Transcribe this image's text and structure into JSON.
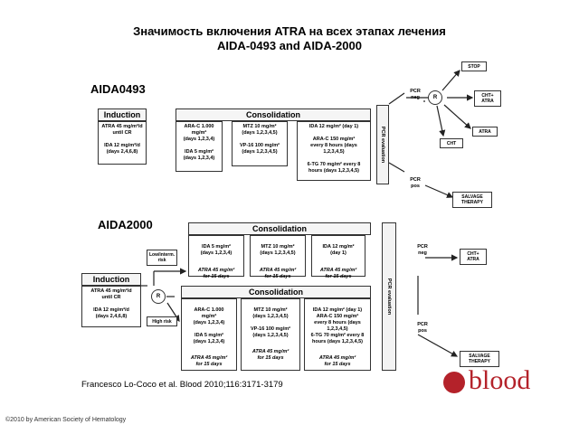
{
  "title_line1": "Значимость включения ATRA на всех этапах лечения",
  "title_line2": "AIDA-0493 and AIDA-2000",
  "aida0493": {
    "label": "AIDA0493",
    "induction_header": "Induction",
    "induction_text": "ATRA 45 mg/m²/d\nuntil CR\n\nIDA 12 mg/m²/d\n(days 2,4,6,8)",
    "consolidation_header": "Consolidation",
    "c1": "ARA-C 1.000\nmg/m²\n(days 1,2,3,4)\n\nIDA 5 mg/m²\n(days 1,2,3,4)",
    "c2": "MTZ 10 mg/m²\n(days 1,2,3,4,5)\n\nVP-16 100 mg/m²\n(days 1,2,3,4,5)",
    "c3": "IDA 12 mg/m² (day 1)\n\nARA-C 150 mg/m²\nevery 8 hours (days\n1,2,3,4,5)\n\n6-TG 70 mg/m² every 8\nhours (days 1,2,3,4,5)",
    "pcr_eval": "PCR\nevaluation",
    "pcr_neg": "PCR\nneg",
    "pcr_pos": "PCR\npos",
    "r": "R",
    "stop": "STOP",
    "cht_atra": "CHT+\nATRA",
    "atra": "ATRA",
    "cht": "CHT",
    "salvage": "SALVAGE\nTHERAPY"
  },
  "aida2000": {
    "label": "AIDA2000",
    "induction_header": "Induction",
    "induction_text": "ATRA 45 mg/m²/d\nuntil CR\n\nIDA 12 mg/m²/d\n(days 2,4,6,8)",
    "low_risk": "Low/interm.\nrisk",
    "high_risk": "High risk",
    "r": "R",
    "consolidation_header_top": "Consolidation",
    "t1": "IDA 5 mg/m²\n(days 1,2,3,4)",
    "t1i": "ATRA 45 mg/m²\nfor 15 days",
    "t2": "MTZ 10 mg/m²\n(days 1,2,3,4,5)",
    "t2i": "ATRA 45 mg/m²\nfor 15 days",
    "t3": "IDA 12 mg/m²\n(day 1)",
    "t3i": "ATRA 45 mg/m²\nfor 15 days",
    "consolidation_header_bottom": "Consolidation",
    "b1": "ARA-C 1.000\nmg/m²\n(days 1,2,3,4)\n\nIDA 5 mg/m²\n(days 1,2,3,4)",
    "b1i": "ATRA 45 mg/m²\nfor 15 days",
    "b2": "MTZ 10 mg/m²\n(days 1,2,3,4,5)\n\nVP-16 100 mg/m²\n(days 1,2,3,4,5)",
    "b2i": "ATRA 45 mg/m²\nfor 15 days",
    "b3": "IDA 12 mg/m² (day 1)\nARA-C 150 mg/m²\nevery 8 hours (days\n1,2,3,4,5)\n6-TG 70 mg/m² every 8\nhours (days 1,2,3,4,5)",
    "b3i": "ATRA 45 mg/m²\nfor 15 days",
    "pcr_eval": "PCR\nevaluation",
    "pcr_neg": "PCR\nneg",
    "pcr_pos": "PCR\npos",
    "cht_atra": "CHT+\nATRA",
    "salvage": "SALVAGE\nTHERAPY"
  },
  "citation": "Francesco Lo-Coco et al. Blood 2010;116:3171-3179",
  "copyright": "©2010 by American Society of Hematology",
  "logo_text": "blood",
  "colors": {
    "logo_red": "#b4222a"
  }
}
